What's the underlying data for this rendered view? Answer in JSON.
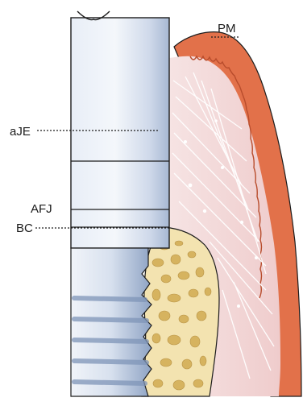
{
  "labels": {
    "pm": "PM",
    "aje": "aJE",
    "afj": "AFJ",
    "bc": "BC"
  },
  "colors": {
    "background": "#ffffff",
    "implant_light": "#eef3fa",
    "implant_mid": "#c9d5e8",
    "implant_dark": "#7f95b8",
    "outline": "#1c1c1c",
    "epithelium": "#e2714a",
    "connective_tissue": "#f3dada",
    "bone_fill": "#f3e3b0",
    "bone_spaces": "#d9b768",
    "fibers": "#ffffff"
  }
}
